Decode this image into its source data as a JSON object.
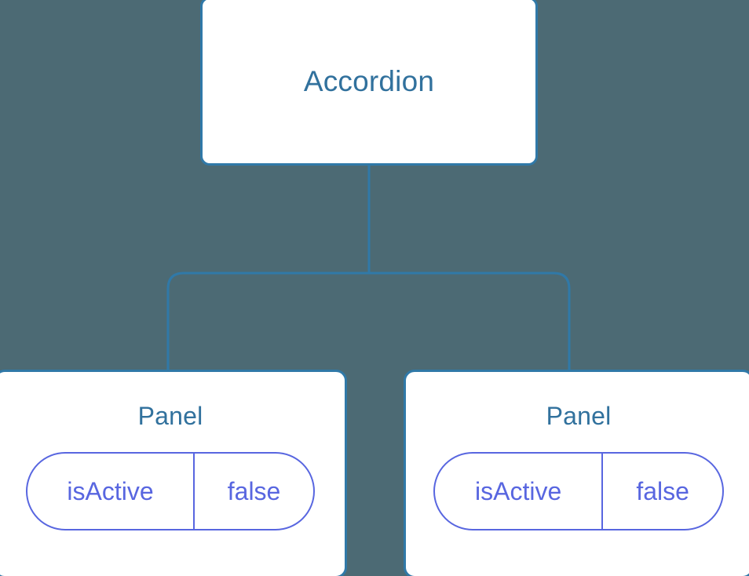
{
  "diagram": {
    "type": "component-tree",
    "background_color": "#4c6a74",
    "node_border_color": "#3079a8",
    "node_text_color": "#31719d",
    "state_color": "#5866e0",
    "edge_color": "#3079a8",
    "root": {
      "label": "Accordion"
    },
    "children": [
      {
        "label": "Panel",
        "state": {
          "key": "isActive",
          "value": "false"
        }
      },
      {
        "label": "Panel",
        "state": {
          "key": "isActive",
          "value": "false"
        }
      }
    ]
  }
}
